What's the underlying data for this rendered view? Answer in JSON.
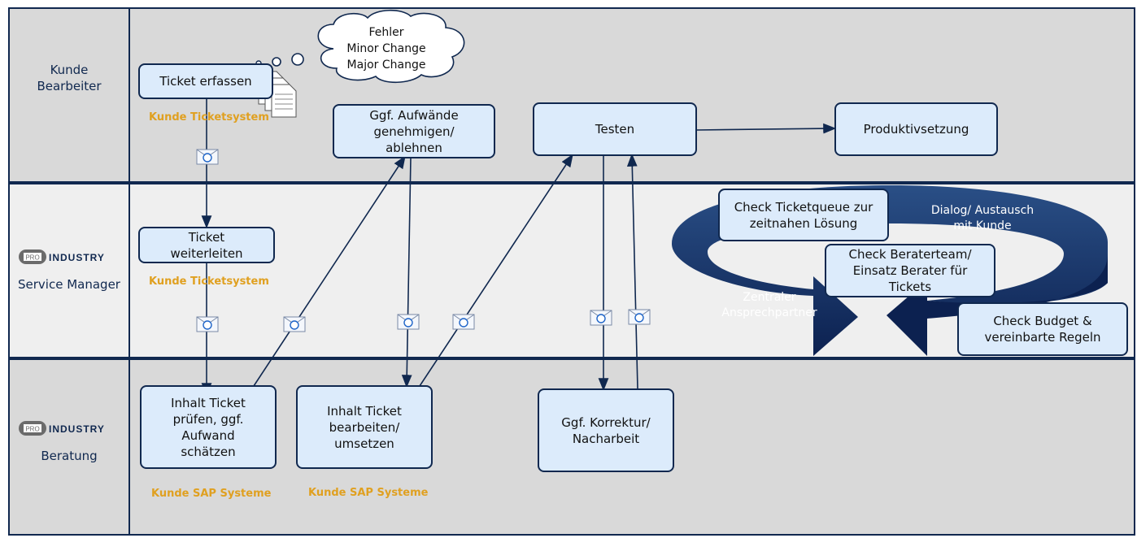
{
  "lanes": [
    {
      "title": "Kunde\nBearbeiter"
    },
    {
      "title": "Service Manager",
      "logo": "PRO INDUSTRY"
    },
    {
      "title": "Beratung",
      "logo": "PRO INDUSTRY"
    }
  ],
  "logo": {
    "prefix": "PRO",
    "name": "INDUSTRY"
  },
  "cloud": {
    "text": "Fehler\nMinor Change\nMajor Change"
  },
  "boxes": {
    "ticket_erfassen": "Ticket erfassen",
    "aufwaende": "Ggf. Aufwände\ngenehmigen/\nablehnen",
    "testen": "Testen",
    "produktiv": "Produktivsetzung",
    "ticket_weiterleiten": "Ticket\nweiterleiten",
    "inhalt_pruefen": "Inhalt Ticket\nprüfen, ggf.\nAufwand\nschätzen",
    "inhalt_bearbeiten": "Inhalt Ticket\nbearbeiten/\numsetzen",
    "korrektur": "Ggf. Korrektur/\nNacharbeit",
    "check_queue": "Check Ticketqueue zur\nzeitnahen Lösung",
    "check_berater": "Check Beraterteam/\nEinsatz Berater für\nTickets",
    "check_budget": "Check Budget &\nvereinbarte Regeln"
  },
  "system_labels": {
    "kunde_ticketsystem_1": "Kunde Ticketsystem",
    "kunde_ticketsystem_2": "Kunde Ticketsystem",
    "kunde_sap_1": "Kunde SAP Systeme",
    "kunde_sap_2": "Kunde SAP Systeme"
  },
  "ring": {
    "dialog": "Dialog/ Austausch\nmit Kunde",
    "zentral": "Zentraler\nAnsprechpartner"
  },
  "colors": {
    "lane_gray": "#d9d9d9",
    "lane_light": "#efefef",
    "navy": "#10284f",
    "box_fill": "#dcebfb",
    "orange": "#e0a020"
  },
  "icons": [
    "email-icon",
    "document-stack-icon",
    "thought-cloud-icon",
    "cycle-arrow-icon"
  ]
}
